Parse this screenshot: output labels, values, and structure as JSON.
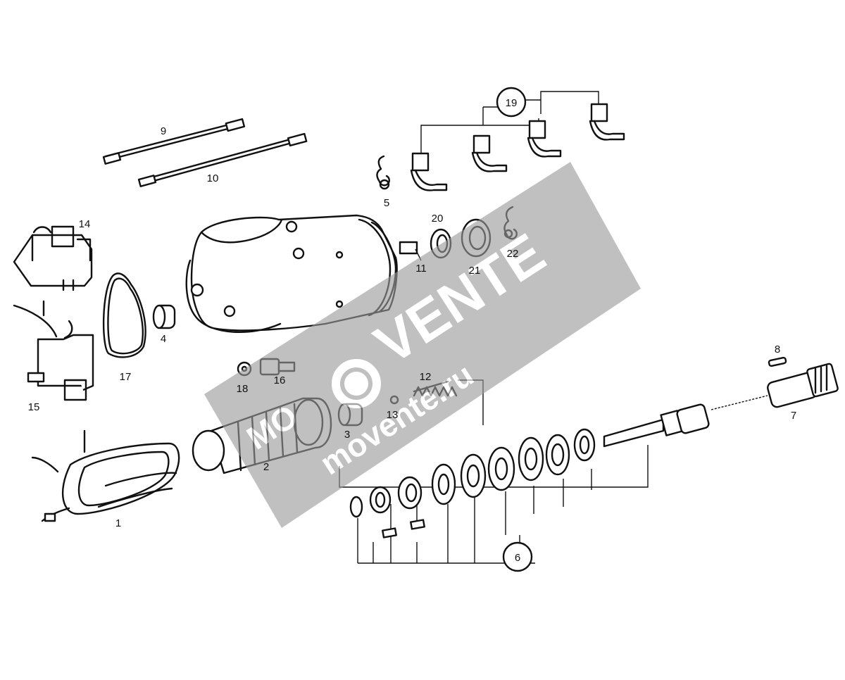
{
  "labels": {
    "p1": "1",
    "p2": "2",
    "p3": "3",
    "p4": "4",
    "p5": "5",
    "p6": "6",
    "p7": "7",
    "p8": "8",
    "p9": "9",
    "p10": "10",
    "p11": "11",
    "p12": "12",
    "p13": "13",
    "p14": "14",
    "p15": "15",
    "p16": "16",
    "p17": "17",
    "p18": "18",
    "p19": "19",
    "p20": "20",
    "p21": "21",
    "p22": "22"
  },
  "watermark": {
    "brand": "VENTE",
    "site": "movente.ru",
    "prefix": "MO"
  },
  "colors": {
    "ink": "#111111",
    "watermark_band": "#9a9a9a",
    "paper": "#ffffff"
  }
}
